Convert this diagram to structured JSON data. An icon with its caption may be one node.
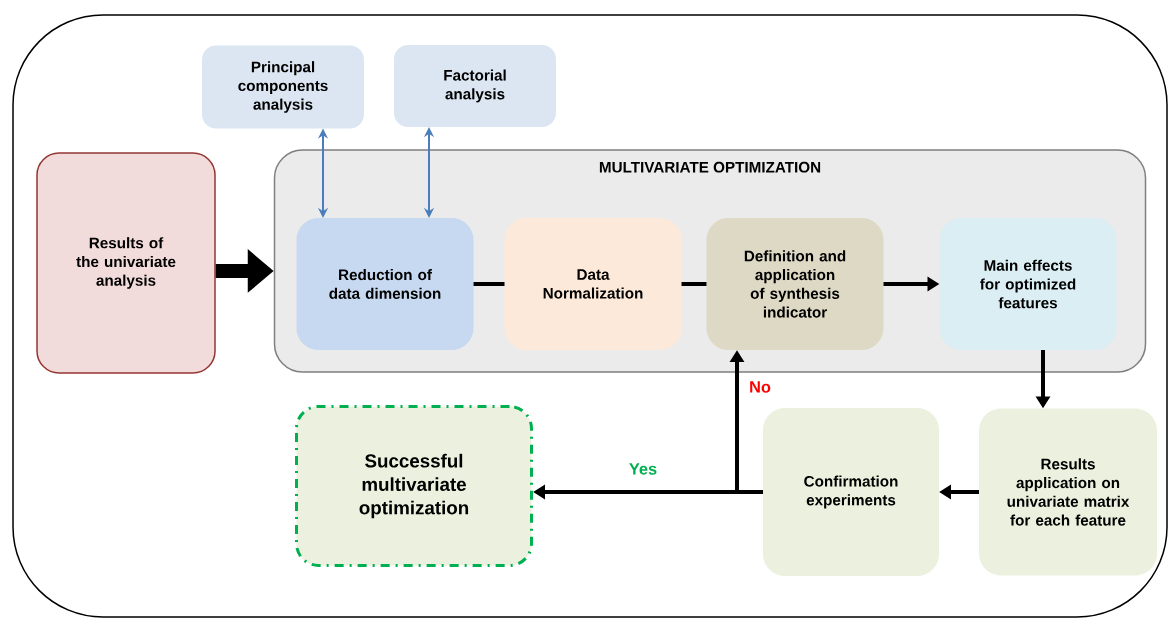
{
  "diagram": {
    "nodes": [
      {
        "text": [],
        "shape": "box"
      },
      {
        "text": [
          "Principal components analysis"
        ],
        "in": 0
      },
      {
        "text": [
          "Factorial analysis"
        ],
        "in": 0
      },
      {
        "text": [
          "Results of the univariate analysis"
        ],
        "in": 0
      },
      {
        "text": [
          "MULTIVARIATE OPTIMIZATION"
        ],
        "in": 0
      },
      {
        "text": [
          "Reduction of data dimension"
        ],
        "in": 4
      },
      {
        "text": [
          "Data Normalization"
        ],
        "in": 4
      },
      {
        "text": [
          "Definition and application of synthesis indicator"
        ],
        "in": 4
      },
      {
        "text": [
          "Main effects for optimized features"
        ],
        "in": 4
      },
      {
        "text": [
          "Successful multivariate optimization"
        ],
        "in": 0
      },
      {
        "text": [
          "Confirmation experiments"
        ],
        "in": 0
      },
      {
        "text": [
          "Results application on univariate matrix for each feature"
        ],
        "in": 0
      }
    ],
    "edges": [
      {
        "from": 1,
        "to": 5,
        "arrow": "both",
        "color": "#4a7ebb"
      },
      {
        "from": 2,
        "to": 5,
        "arrow": "both",
        "color": "#4a7ebb"
      },
      {
        "from": 3,
        "to": 4,
        "arrow": "to",
        "style": "thick"
      },
      {
        "from": 5,
        "to": 6,
        "arrow": "none"
      },
      {
        "from": 6,
        "to": 7,
        "arrow": "none"
      },
      {
        "from": 7,
        "to": 8,
        "arrow": "to"
      },
      {
        "from": 8,
        "to": 11,
        "arrow": "to"
      },
      {
        "from": 11,
        "to": 10,
        "arrow": "to"
      },
      {
        "from": 10,
        "to": 9,
        "arrow": "to",
        "label": "Yes"
      },
      {
        "from": 10,
        "to": 7,
        "arrow": "to",
        "label": "No"
      }
    ]
  }
}
